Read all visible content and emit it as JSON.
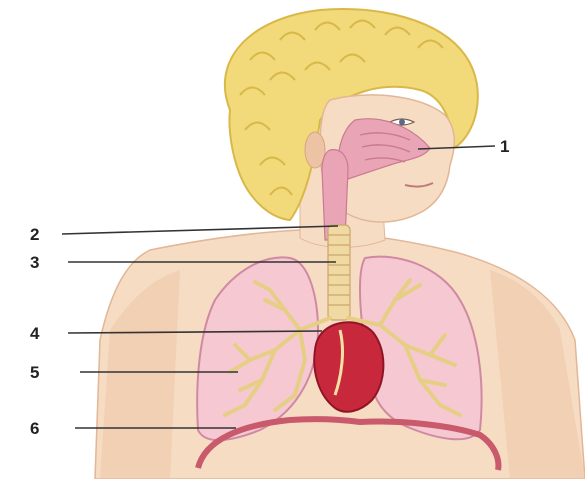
{
  "labels": [
    {
      "id": "1",
      "text": "1"
    },
    {
      "id": "2",
      "text": "2"
    },
    {
      "id": "3",
      "text": "3"
    },
    {
      "id": "4",
      "text": "4"
    },
    {
      "id": "5",
      "text": "5"
    },
    {
      "id": "6",
      "text": "6"
    }
  ],
  "colors": {
    "skin": "#f7dcc4",
    "skin_shade": "#ecc3a3",
    "hair": "#f2d979",
    "hair_shade": "#d9b84a",
    "lung": "#f6c8d2",
    "lung_edge": "#cf8aa1",
    "bronchi": "#f3e2a6",
    "trachea": "#f0d9a3",
    "heart": "#c8283b",
    "heart_dark": "#8f1526",
    "diaphragm": "#c85a6c",
    "airway": "#e9a5b6",
    "leader": "#333333",
    "label_text": "#222222"
  }
}
